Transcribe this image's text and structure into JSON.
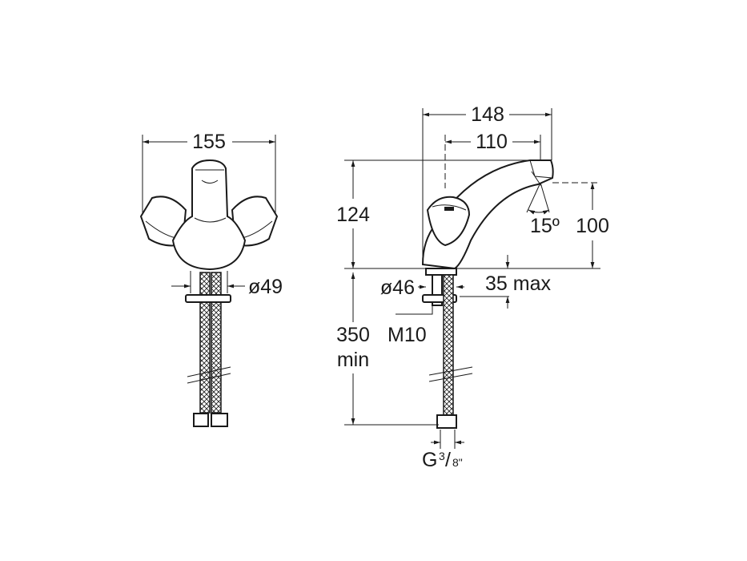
{
  "front_view": {
    "width_label": "155",
    "outlet_diameter_label": "ø49"
  },
  "side_view": {
    "reach_label": "148",
    "spout_reach_label": "110",
    "height_label": "124",
    "angle_label": "15º",
    "spout_height_label": "100",
    "base_diameter_label": "ø46",
    "max_deck_label": "35 max",
    "thread_label": "M10",
    "hose_length_label_line1": "350",
    "hose_length_label_line2": "min",
    "connection_label_main": "G",
    "connection_label_num": "3",
    "connection_label_den": "8\""
  },
  "colors": {
    "ink": "#1a1a1a",
    "paper": "#ffffff"
  }
}
